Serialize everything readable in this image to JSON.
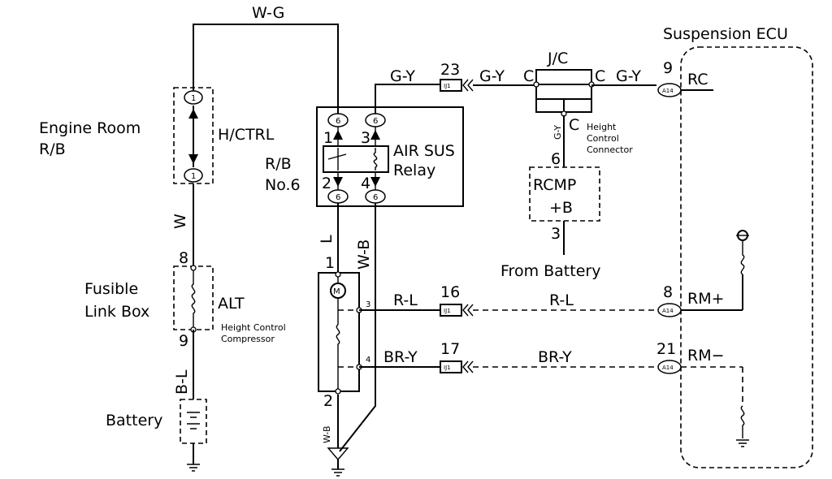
{
  "title": "Suspension ECU",
  "wires": {
    "w_g": "W-G",
    "g_y": "G-Y",
    "w": "W",
    "l": "L",
    "w_b": "W-B",
    "b_l": "B-L",
    "r_l": "R-L",
    "br_y": "BR-Y",
    "gy_vertical": "G-Y",
    "w_b_ground": "W-B"
  },
  "components": {
    "engine_room_rb": "Engine Room",
    "engine_room_rb2": "R/B",
    "h_ctrl": "H/CTRL",
    "rb_no6_a": "R/B",
    "rb_no6_b": "No.6",
    "air_sus": "AIR SUS",
    "relay": "Relay",
    "jc": "J/C",
    "height_control_connector": [
      "Height",
      "Control",
      "Connector"
    ],
    "rcmp": "RCMP",
    "plus_b": "+B",
    "from_battery": "From Battery",
    "fusible_link_box_a": "Fusible",
    "fusible_link_box_b": "Link Box",
    "alt": "ALT",
    "height_control_compressor": [
      "Height Control",
      "Compressor"
    ],
    "battery": "Battery",
    "motor": "M"
  },
  "pins": {
    "hctrl_top": "1",
    "hctrl_bottom": "1",
    "relay_tl": "6",
    "relay_tr": "6",
    "relay_bl": "6",
    "relay_br": "6",
    "relay_n1": "1",
    "relay_n2": "2",
    "relay_n3": "3",
    "relay_n4": "4",
    "ij1_top": "IJ1",
    "ij1_mid": "IJ1",
    "ij1_bot": "IJ1",
    "a14_top": "A14",
    "a14_mid": "A14",
    "a14_bot": "A14",
    "jc_c_left": "C",
    "jc_c_right": "C",
    "jc_c_bottom": "C",
    "pin_23": "23",
    "pin_9": "9",
    "pin_6": "6",
    "pin_3": "3",
    "pin_8_fuse": "8",
    "pin_9_fuse": "9",
    "pin_1_comp": "1",
    "pin_2_comp": "2",
    "pin_3_comp": "3",
    "pin_4_comp": "4",
    "pin_16": "16",
    "pin_17": "17",
    "pin_8_ecu": "8",
    "pin_21_ecu": "21"
  },
  "ecu_terminals": {
    "rc": "RC",
    "rm_plus": "RM+",
    "rm_minus": "RM−"
  }
}
